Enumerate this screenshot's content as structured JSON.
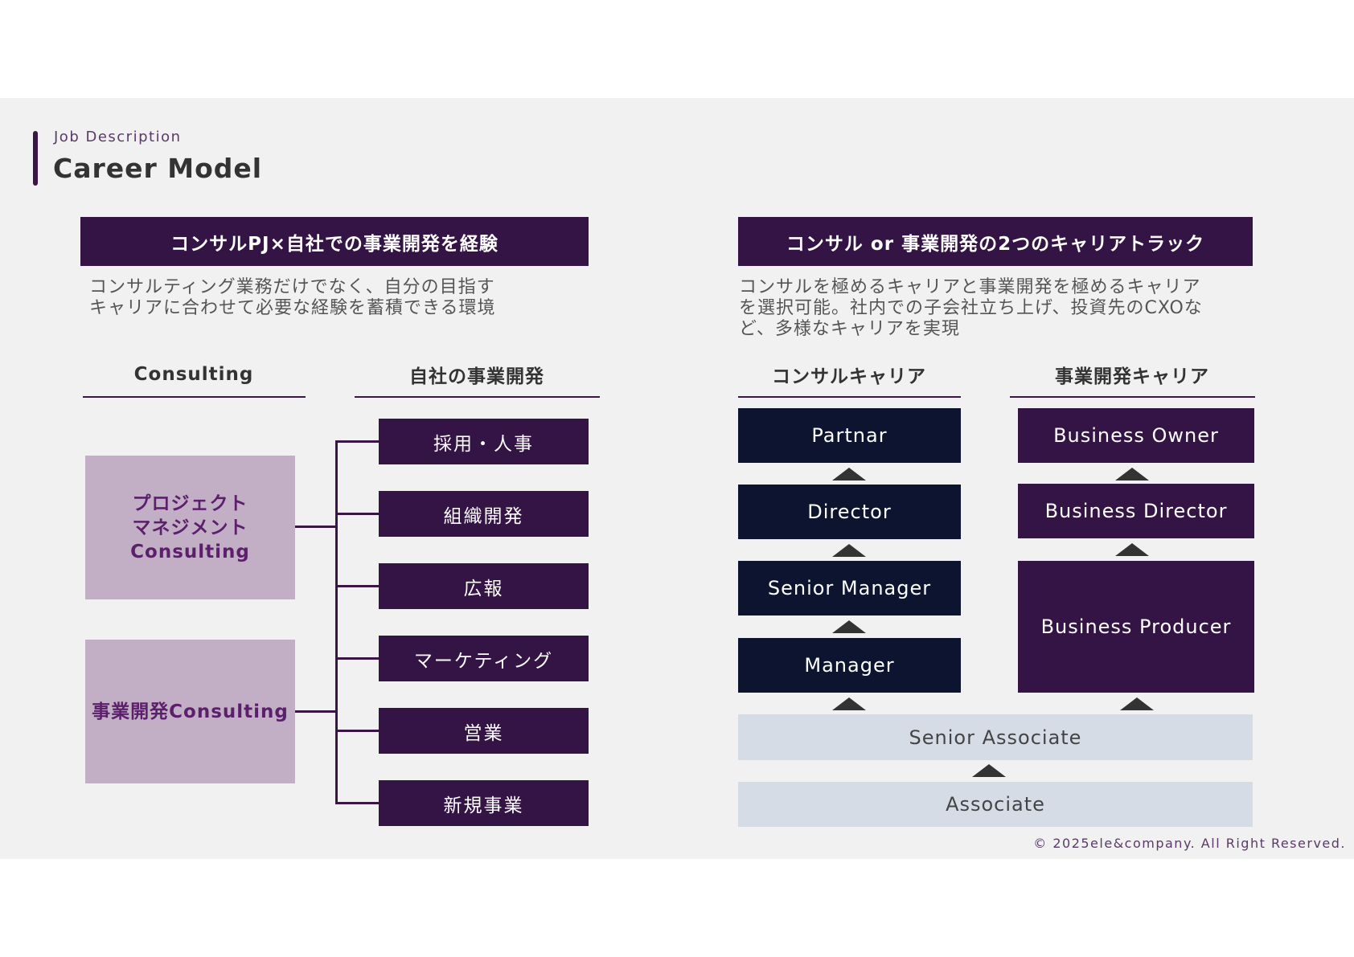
{
  "header": {
    "kicker": "Job Description",
    "title": "Career Model"
  },
  "left": {
    "banner": "コンサルPJ×自社での事業開発を経験",
    "description": "コンサルティング業務だけでなく、自分の目指す\nキャリアに合わせて必要な経験を蓄積できる環境",
    "col_consulting": "Consulting",
    "col_bizdev": "自社の事業開発",
    "box_pm": "プロジェクト\nマネジメント\nConsulting",
    "box_bd": "事業開発Consulting",
    "departments": [
      "採用・人事",
      "組織開発",
      "広報",
      "マーケティング",
      "営業",
      "新規事業"
    ]
  },
  "right": {
    "banner": "コンサル or 事業開発の2つのキャリアトラック",
    "description": "コンサルを極めるキャリアと事業開発を極めるキャリア\nを選択可能。社内での子会社立ち上げ、投資先のCXOな\nど、多様なキャリアを実現",
    "col_consul": "コンサルキャリア",
    "col_bizdev": "事業開発キャリア",
    "consul_track": [
      "Partnar",
      "Director",
      "Senior Manager",
      "Manager"
    ],
    "bizdev_track": [
      "Business Owner",
      "Business Director",
      "Business Producer"
    ],
    "shared": [
      "Senior Associate",
      "Associate"
    ]
  },
  "footer": {
    "copyright": "© 2025ele&company. All Right Reserved."
  },
  "colors": {
    "plum": "#341445",
    "navy": "#0c1430",
    "lilac": "#c2afc6",
    "pale_blue": "#d6dce6",
    "background": "#f1f1f1"
  }
}
